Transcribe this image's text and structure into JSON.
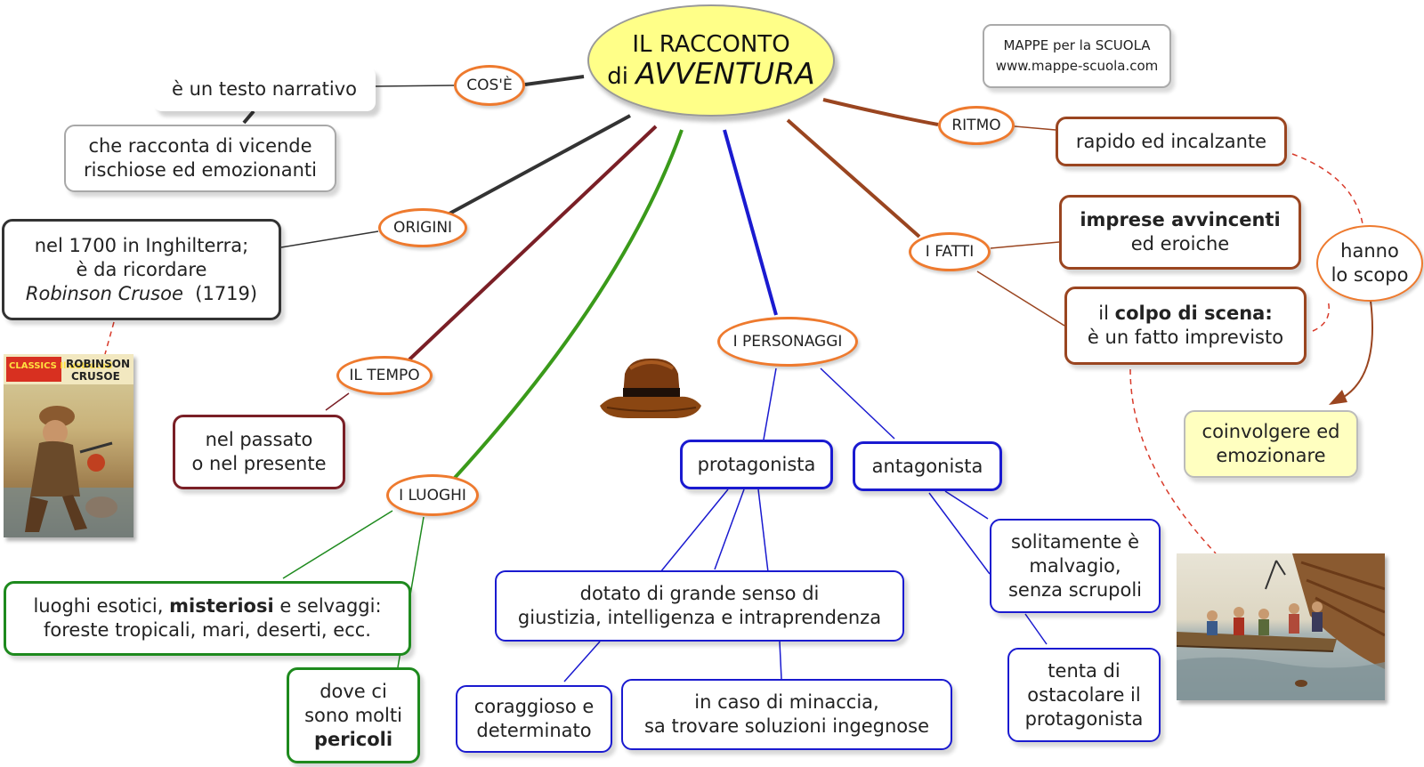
{
  "central": {
    "line1": "IL RACCONTO",
    "line2_prefix": "di",
    "line2_title": "AVVENTURA"
  },
  "credit": {
    "line1": "MAPPE per la SCUOLA",
    "line2": "www.mappe-scuola.com"
  },
  "labels": {
    "cose": "COS'È",
    "origini": "ORIGINI",
    "tempo": "IL TEMPO",
    "luoghi": "I LUOGHI",
    "personaggi": "I PERSONAGGI",
    "ritmo": "RITMO",
    "fatti": "I FATTI",
    "hanno_scopo": [
      "hanno",
      "lo scopo"
    ]
  },
  "nodes": {
    "testo_narrativo": "è un testo narrativo",
    "vicende": [
      "che racconta di vicende",
      "rischiose ed emozionanti"
    ],
    "origini_text": {
      "line1": "nel 1700 in Inghilterra;",
      "line2": "è da ricordare",
      "line3_title": "Robinson Crusoe",
      "line3_year": "(1719)"
    },
    "tempo_text": [
      "nel passato",
      "o nel presente"
    ],
    "luoghi_text": {
      "line1_a": "luoghi esotici,",
      "line1_bold": "misteriosi",
      "line1_b": "e selvaggi:",
      "line2": "foreste tropicali, mari, deserti, ecc."
    },
    "pericoli": {
      "line1": "dove ci",
      "line2": "sono molti",
      "line3_bold": "pericoli"
    },
    "protagonista": "protagonista",
    "antagonista": "antagonista",
    "dotato": [
      "dotato di grande senso di",
      "giustizia, intelligenza e intraprendenza"
    ],
    "coraggioso": [
      "coraggioso e",
      "determinato"
    ],
    "minaccia": [
      "in caso di minaccia,",
      "sa trovare soluzioni ingegnose"
    ],
    "malvagio": [
      "solitamente è",
      "malvagio,",
      "senza scrupoli"
    ],
    "ostacolare": [
      "tenta di",
      "ostacolare il",
      "protagonista"
    ],
    "rapido": "rapido ed incalzante",
    "imprese": {
      "line1_bold": "imprese avvincenti",
      "line2": "ed eroiche"
    },
    "colpo": {
      "line1_a": "il",
      "line1_bold": "colpo di scena:",
      "line2": "è un fatto imprevisto"
    },
    "coinvolgere": [
      "coinvolgere ed",
      "emozionare"
    ]
  },
  "images": {
    "book_cover": {
      "banner": "CLASSICS Illustrated",
      "title_line1": "ROBINSON",
      "title_line2": "CRUSOE"
    }
  },
  "colors": {
    "label_border": "#ee7a2e",
    "central_fill": "#ffff88",
    "link_dark": "#333333",
    "link_maroon": "#7a1f26",
    "link_green": "#3a9a1a",
    "link_blue": "#1a1ad0",
    "link_brown": "#9a4520",
    "dashed_red": "#d83a2a"
  }
}
